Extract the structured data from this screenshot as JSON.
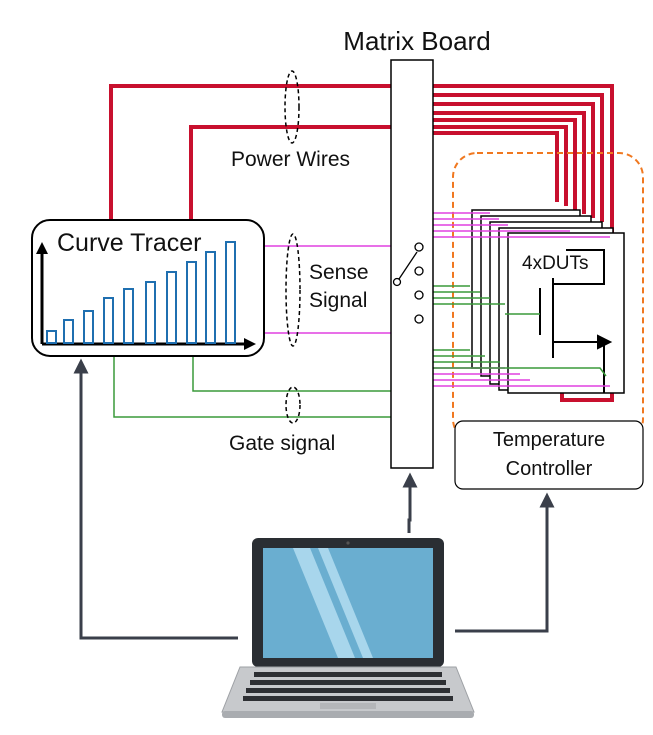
{
  "labels": {
    "matrix_board": "Matrix Board",
    "power_wires": "Power Wires",
    "curve_tracer": "Curve Tracer",
    "sense_line1": "Sense",
    "sense_line2": "Signal",
    "gate_signal": "Gate signal",
    "dut_count": "4xDUTs",
    "temp_line1": "Temperature",
    "temp_line2": "Controller"
  },
  "colors": {
    "power": "#c8102e",
    "sense": "#e040e0",
    "gate": "#3a9a3a",
    "control": "#3a3f4a",
    "chamber": "#f07820",
    "bar": "#1f6fb0"
  },
  "icons": [
    "laptop-icon",
    "switch-icon",
    "transistor-symbol-icon",
    "bar-chart-icon"
  ]
}
